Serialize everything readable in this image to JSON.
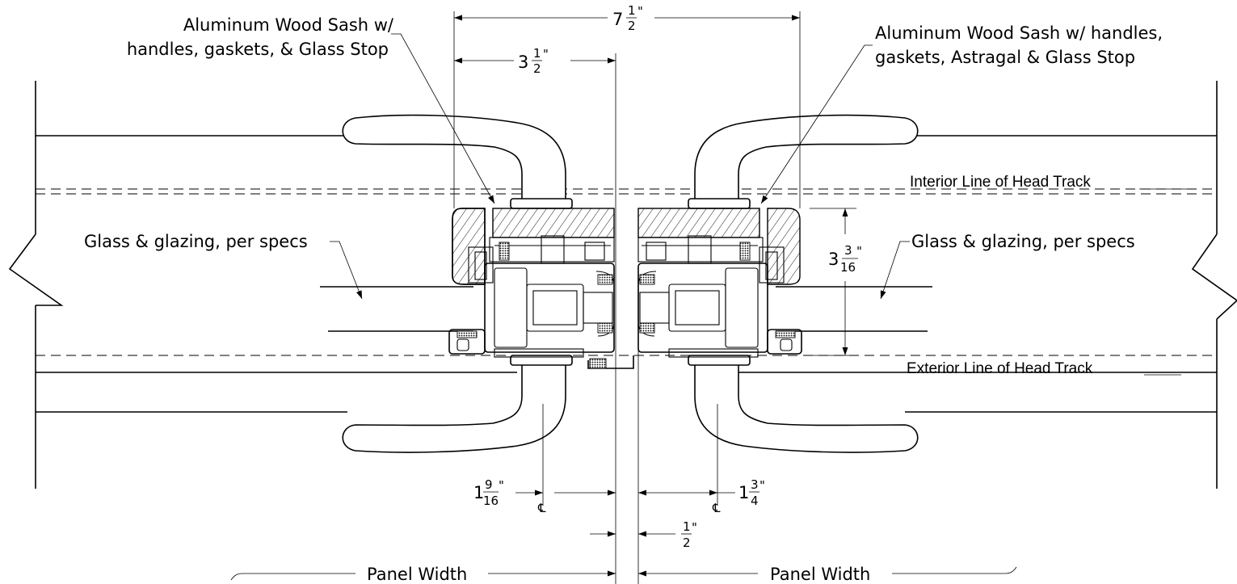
{
  "callouts": {
    "left_sash_line1": "Aluminum Wood Sash w/",
    "left_sash_line2": "handles, gaskets, & Glass Stop",
    "right_sash_line1": "Aluminum Wood Sash w/ handles,",
    "right_sash_line2": "gaskets, Astragal & Glass Stop",
    "glass_left": "Glass & glazing, per specs",
    "glass_right": "Glass & glazing, per specs",
    "interior_line": "Interior Line of Head Track",
    "exterior_line": "Exterior Line of Head Track"
  },
  "dimensions": {
    "overall": {
      "whole": "7",
      "num": "1",
      "den": "2",
      "unit": "\""
    },
    "half": {
      "whole": "3",
      "num": "1",
      "den": "2",
      "unit": "\""
    },
    "depth": {
      "whole": "3",
      "num": "3",
      "den": "16",
      "unit": "\""
    },
    "left_handle": {
      "whole": "1",
      "num": "9",
      "den": "16",
      "unit": "\""
    },
    "right_handle": {
      "whole": "1",
      "num": "3",
      "den": "4",
      "unit": "\""
    },
    "gap": {
      "num": "1",
      "den": "2",
      "unit": "\""
    }
  },
  "centerline_symbol": "℄",
  "panel_width_left": "Panel Width",
  "panel_width_right": "Panel Width"
}
